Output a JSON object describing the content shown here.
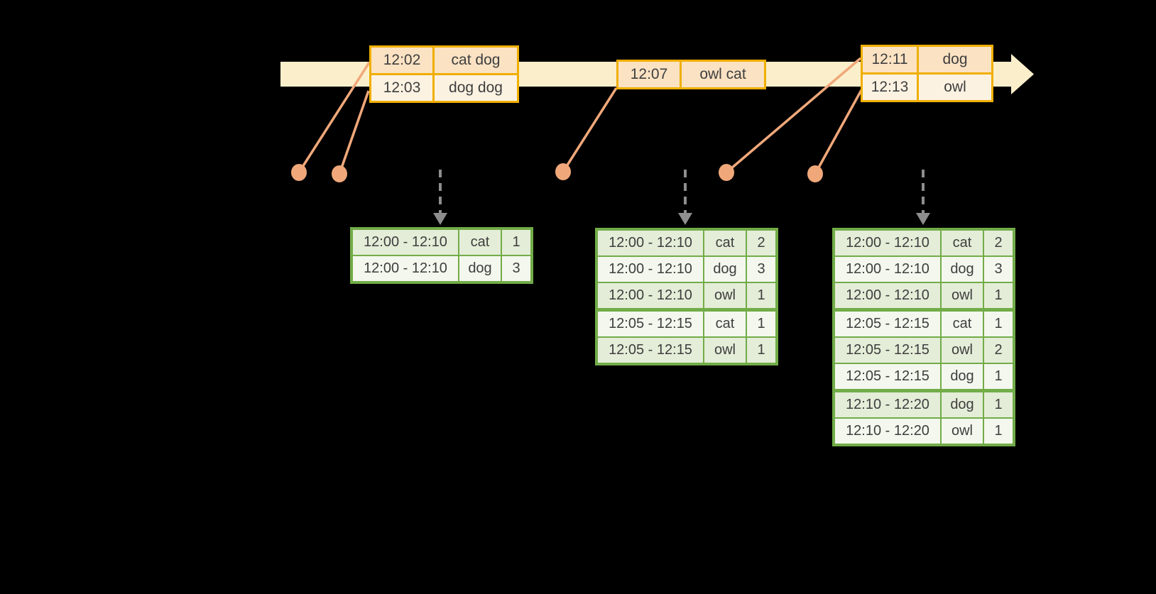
{
  "diagram": {
    "description": "Windowed grouped aggregation over an event-time stream",
    "colors": {
      "background": "#000000",
      "timeline_band": "#FBEFCB",
      "event_table_border": "#F0AF00",
      "event_row_odd": "#FAE2C3",
      "event_row_even": "#FCF2E2",
      "marker_salmon": "#F0A87A",
      "result_table_border": "#72AC48",
      "result_row_odd": "#E4EDD8",
      "result_row_even": "#F4F7EE",
      "trigger_arrow_gray": "#8E8E8E",
      "text": "#3E3E3E"
    }
  },
  "event_tables": [
    {
      "rows": [
        {
          "time": "12:02",
          "words": "cat dog"
        },
        {
          "time": "12:03",
          "words": "dog dog"
        }
      ]
    },
    {
      "rows": [
        {
          "time": "12:07",
          "words": "owl cat"
        }
      ]
    },
    {
      "rows": [
        {
          "time": "12:11",
          "words": "dog"
        },
        {
          "time": "12:13",
          "words": "owl"
        }
      ]
    }
  ],
  "result_tables": [
    {
      "rows": [
        {
          "window": "12:00 - 12:10",
          "word": "cat",
          "count": "1"
        },
        {
          "window": "12:00 - 12:10",
          "word": "dog",
          "count": "3"
        }
      ]
    },
    {
      "rows": [
        {
          "window": "12:00 - 12:10",
          "word": "cat",
          "count": "2"
        },
        {
          "window": "12:00 - 12:10",
          "word": "dog",
          "count": "3"
        },
        {
          "window": "12:00 - 12:10",
          "word": "owl",
          "count": "1"
        },
        {
          "window": "12:05 - 12:15",
          "word": "cat",
          "count": "1",
          "sep": true
        },
        {
          "window": "12:05 - 12:15",
          "word": "owl",
          "count": "1"
        }
      ]
    },
    {
      "rows": [
        {
          "window": "12:00 - 12:10",
          "word": "cat",
          "count": "2"
        },
        {
          "window": "12:00 - 12:10",
          "word": "dog",
          "count": "3"
        },
        {
          "window": "12:00 - 12:10",
          "word": "owl",
          "count": "1"
        },
        {
          "window": "12:05 - 12:15",
          "word": "cat",
          "count": "1",
          "sep": true
        },
        {
          "window": "12:05 - 12:15",
          "word": "owl",
          "count": "2"
        },
        {
          "window": "12:05 - 12:15",
          "word": "dog",
          "count": "1"
        },
        {
          "window": "12:10 - 12:20",
          "word": "dog",
          "count": "1",
          "sep": true
        },
        {
          "window": "12:10 - 12:20",
          "word": "owl",
          "count": "1"
        }
      ]
    }
  ]
}
